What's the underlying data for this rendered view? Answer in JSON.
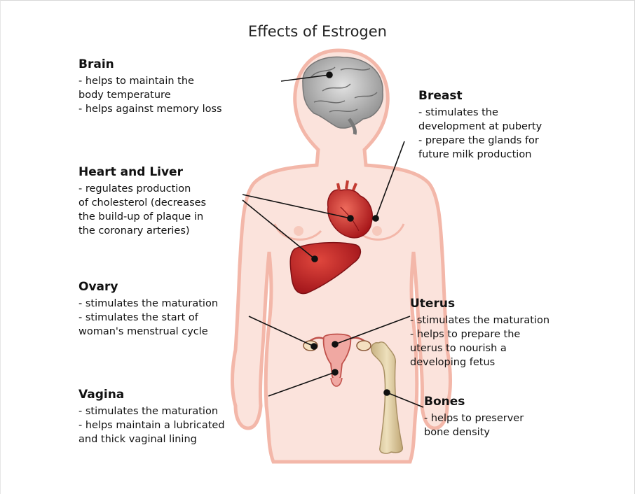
{
  "title": "Effects of Estrogen",
  "labels": {
    "brain": {
      "heading": "Brain",
      "lines": [
        "- helps to maintain the",
        "body temperature",
        "- helps against memory loss"
      ]
    },
    "breast": {
      "heading": "Breast",
      "lines": [
        "- stimulates the",
        "development at puberty",
        "- prepare the glands for",
        "future milk production"
      ]
    },
    "heart_liver": {
      "heading": "Heart and Liver",
      "lines": [
        "- regulates production",
        "of cholesterol (decreases",
        "the build-up of plaque in",
        "the coronary arteries)"
      ]
    },
    "ovary": {
      "heading": "Ovary",
      "lines": [
        "- stimulates the maturation",
        "- stimulates the start of",
        "woman's menstrual cycle"
      ]
    },
    "uterus": {
      "heading": "Uterus",
      "lines": [
        "- stimulates the maturation",
        "- helps to prepare the",
        "uterus to nourish a",
        "developing fetus"
      ]
    },
    "vagina": {
      "heading": "Vagina",
      "lines": [
        "- stimulates the maturation",
        "- helps maintain a lubricated",
        "and thick vaginal lining"
      ]
    },
    "bones": {
      "heading": "Bones",
      "lines": [
        "- helps to preserver",
        "bone density"
      ]
    }
  },
  "colors": {
    "body_fill": "#fbe3dc",
    "body_outline": "#f3b7a9",
    "organ_red": "#c4241e",
    "bone": "#e3d2a6",
    "brain_gray": "#a9a9a9",
    "pointer": "#111111"
  }
}
